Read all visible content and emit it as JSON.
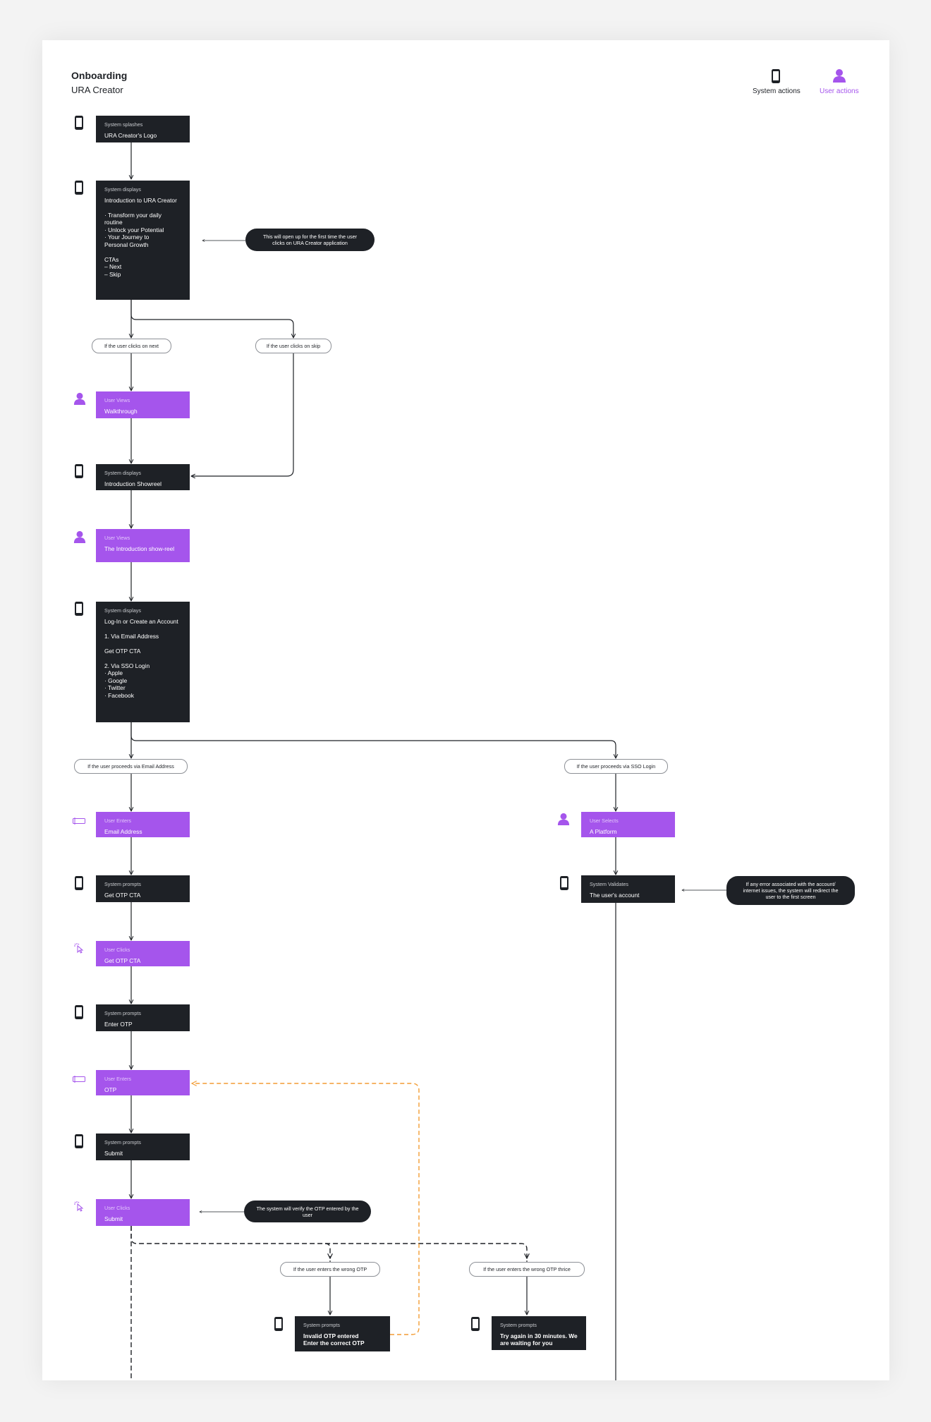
{
  "header": {
    "title": "Onboarding",
    "subtitle": "URA Creator"
  },
  "legend": {
    "system": "System actions",
    "user": "User actions"
  },
  "colors": {
    "system": "#1e2126",
    "user": "#a555ec",
    "retry_path": "#f39c34"
  },
  "nodes": {
    "splash": {
      "label": "System splashes",
      "text": "URA Creator's Logo"
    },
    "intro": {
      "label": "System displays",
      "text": "Introduction to URA Creator\n\n· Transform your daily\n  routine\n· Unlock your Potential\n· Your Journey to\n  Personal Growth\n\nCTAs\n– Next\n– Skip"
    },
    "walkthrough": {
      "label": "User Views",
      "text": "Walkthrough"
    },
    "showreel": {
      "label": "System displays",
      "text": "Introduction Showreel"
    },
    "view_showreel": {
      "label": "User Views",
      "text": "The Introduction show-reel"
    },
    "login": {
      "label": "System displays",
      "text": "Log-In or Create an Account\n\n  1. Via Email Address\n\nGet OTP CTA\n\n  2. Via SSO Login\n   · Apple\n   · Google\n   · Twitter\n   · Facebook"
    },
    "enter_email": {
      "label": "User Enters",
      "text": "Email Address"
    },
    "prompt_get_otp": {
      "label": "System prompts",
      "text": "Get OTP CTA"
    },
    "click_get_otp": {
      "label": "User Clicks",
      "text": "Get OTP CTA"
    },
    "prompt_enter_otp": {
      "label": "System prompts",
      "text": "Enter OTP"
    },
    "enter_otp": {
      "label": "User Enters",
      "text": "OTP"
    },
    "prompt_submit": {
      "label": "System prompts",
      "text": "Submit"
    },
    "click_submit": {
      "label": "User Clicks",
      "text": "Submit"
    },
    "invalid_otp": {
      "label": "System prompts",
      "text": "Invalid OTP entered\nEnter the correct OTP"
    },
    "try_again": {
      "label": "System prompts",
      "text": "Try again in 30 minutes. We are waiting for you"
    },
    "select_platform": {
      "label": "User Selects",
      "text": "A Platform"
    },
    "validate": {
      "label": "System Validates",
      "text": "The user's account"
    }
  },
  "notes": {
    "first_time": "This will open up for the first time the user clicks on URA Creator application",
    "verify_otp": "The system will verify the OTP entered by the user",
    "error_redirect": "If any error associated with the account/ internet issues, the system will redirect the user to the first screen"
  },
  "conditions": {
    "next": "If the user clicks on next",
    "skip": "If the user clicks on skip",
    "email": "If the user proceeds via Email Address",
    "sso": "If the user proceeds via  SSO Login",
    "wrong_otp": "If the user enters the wrong OTP",
    "wrong_thrice": "If the user enters the wrong OTP thrice"
  }
}
